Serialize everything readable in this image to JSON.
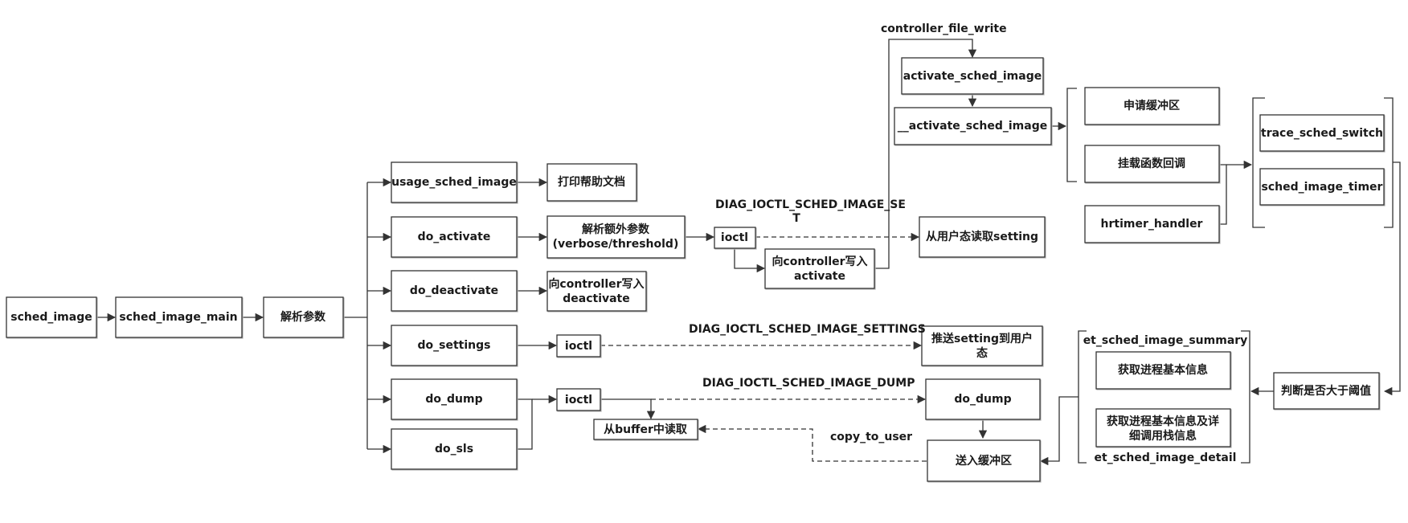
{
  "nodes": {
    "sched_image": "sched_image",
    "sched_image_main": "sched_image_main",
    "parse_args": "解析参数",
    "usage_sched_image": "usage_sched_image",
    "do_activate": "do_activate",
    "do_deactivate": "do_deactivate",
    "do_settings": "do_settings",
    "do_dump": "do_dump",
    "do_sls": "do_sls",
    "print_help": "打印帮助文档",
    "parse_extra_1": "解析额外参数",
    "parse_extra_2": "(verbose/threshold)",
    "write_deactivate_1": "向controller写入",
    "write_deactivate_2": "deactivate",
    "ioctl_activate": "ioctl",
    "ioctl_settings": "ioctl",
    "ioctl_dump": "ioctl",
    "write_activate_1": "向controller写入",
    "write_activate_2": "activate",
    "read_setting": "从用户态读取setting",
    "push_setting_1": "推送setting到用户",
    "push_setting_2": "态",
    "read_buffer": "从buffer中读取",
    "do_dump_k": "do_dump",
    "send_buffer": "送入缓冲区",
    "activate_sched_image": "activate_sched_image",
    "__activate_sched_image": "__activate_sched_image",
    "alloc_buffer": "申请缓冲区",
    "hook_callbacks": "挂载函数回调",
    "hrtimer_handler": "hrtimer_handler",
    "trace_sched_switch": "trace_sched_switch",
    "sched_image_timer": "sched_image_timer",
    "threshold_check": "判断是否大于阈值",
    "get_basic_info": "获取进程基本信息",
    "get_detail_info_1": "获取进程基本信息及详",
    "get_detail_info_2": "细调用栈信息"
  },
  "labels": {
    "ioctl_set_1": "DIAG_IOCTL_SCHED_IMAGE_SE",
    "ioctl_set_2": "T",
    "ioctl_settings": "DIAG_IOCTL_SCHED_IMAGE_SETTINGS",
    "ioctl_dump": "DIAG_IOCTL_SCHED_IMAGE_DUMP",
    "controller_file_write": "controller_file_write",
    "copy_to_user": "copy_to_user",
    "et_summary": "et_sched_image_summary",
    "et_detail": "et_sched_image_detail"
  },
  "colors": {
    "stroke": "#333333",
    "text": "#1a1a1a",
    "shadow": "#b8b8b8"
  }
}
